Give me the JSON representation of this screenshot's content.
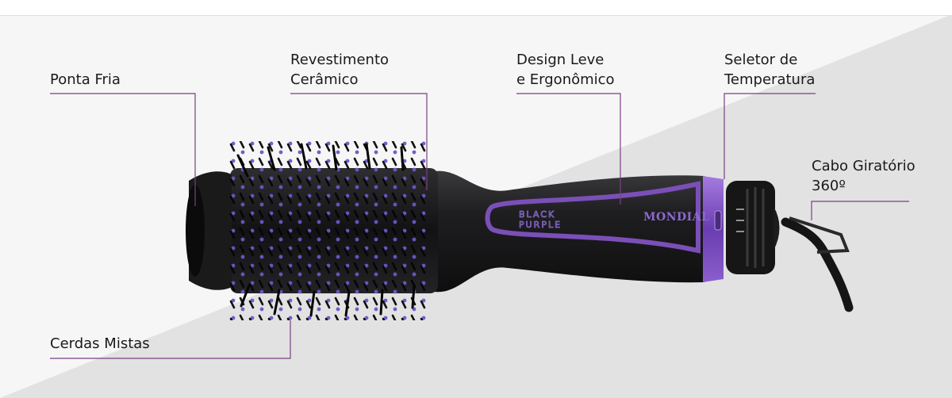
{
  "labels": {
    "ponta_fria": "Ponta Fria",
    "revestimento": "Revestimento\nCerâmico",
    "design": "Design Leve\ne Ergonômico",
    "seletor": "Seletor de\nTemperatura",
    "cabo": "Cabo Giratório\n360º",
    "cerdas": "Cerdas Mistas"
  },
  "product": {
    "brand": "MONDIAL",
    "model_line1": "BLACK",
    "model_line2": "PURPLE"
  },
  "colors": {
    "accent_purple": "#7b4fb8",
    "leader_line": "#7a3f86",
    "background_light": "#f6f6f6",
    "background_dark": "#e3e3e3",
    "body_black": "#1b1b1d"
  }
}
